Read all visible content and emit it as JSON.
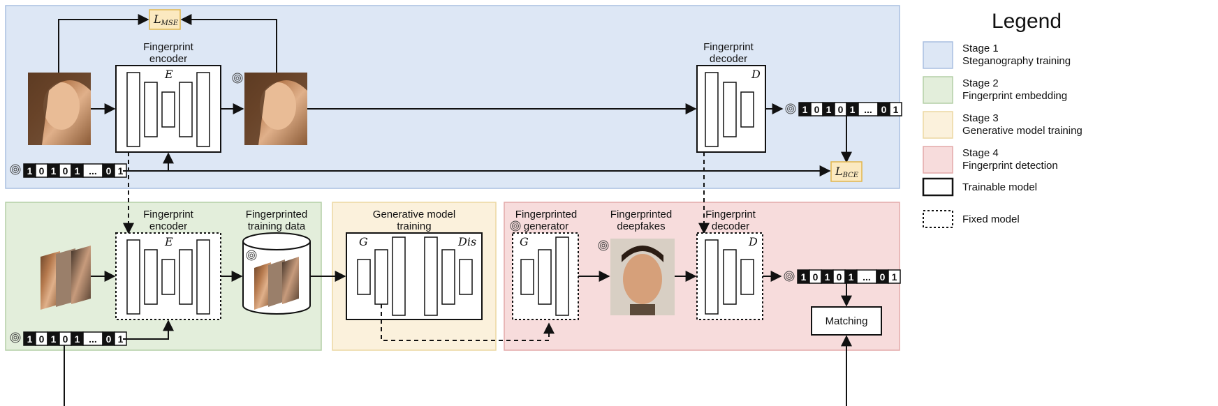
{
  "legend": {
    "title": "Legend",
    "items": [
      {
        "line1": "Stage 1",
        "line2": "Steganography training",
        "fill": "#dde7f5",
        "stroke": "#a9bfe0"
      },
      {
        "line1": "Stage 2",
        "line2": "Fingerprint embedding",
        "fill": "#e3eedb",
        "stroke": "#b4cfa6"
      },
      {
        "line1": "Stage 3",
        "line2": "Generative model training",
        "fill": "#fbf1dc",
        "stroke": "#ecd7a2"
      },
      {
        "line1": "Stage 4",
        "line2": "Fingerprint detection",
        "fill": "#f7dcdc",
        "stroke": "#e3a9a9"
      }
    ],
    "trainable": "Trainable model",
    "fixed": "Fixed model"
  },
  "stage1": {
    "encoder_label_1": "Fingerprint",
    "encoder_label_2": "encoder",
    "encoder_symbol": "E",
    "decoder_label_1": "Fingerprint",
    "decoder_label_2": "decoder",
    "decoder_symbol": "D",
    "loss_mse_main": "L",
    "loss_mse_sub": "MSE",
    "loss_bce_main": "L",
    "loss_bce_sub": "BCE"
  },
  "stage2": {
    "encoder_label_1": "Fingerprint",
    "encoder_label_2": "encoder",
    "encoder_symbol": "E",
    "data_label_1": "Fingerprinted",
    "data_label_2": "training data"
  },
  "stage3": {
    "label_1": "Generative model",
    "label_2": "training",
    "gen_symbol": "G",
    "dis_symbol": "Dis"
  },
  "stage4": {
    "generator_label_1": "Fingerprinted",
    "generator_label_2": "generator",
    "generator_symbol": "G",
    "deepfake_label_1": "Fingerprinted",
    "deepfake_label_2": "deepfakes",
    "decoder_label_1": "Fingerprint",
    "decoder_label_2": "decoder",
    "decoder_symbol": "D",
    "matching_label": "Matching"
  },
  "bit_sequences": {
    "cells": [
      "1",
      "0",
      "1",
      "0",
      "1",
      "...",
      "0",
      "1"
    ],
    "dark_flags": [
      true,
      false,
      true,
      false,
      true,
      false,
      true,
      false
    ]
  },
  "colors": {
    "stage1_fill": "#dde7f5",
    "stage2_fill": "#e3eedb",
    "stage3_fill": "#fbf1dc",
    "stage4_fill": "#f7dcdc",
    "loss_box_fill": "#fbe9c0",
    "loss_box_stroke": "#e2b64d"
  }
}
